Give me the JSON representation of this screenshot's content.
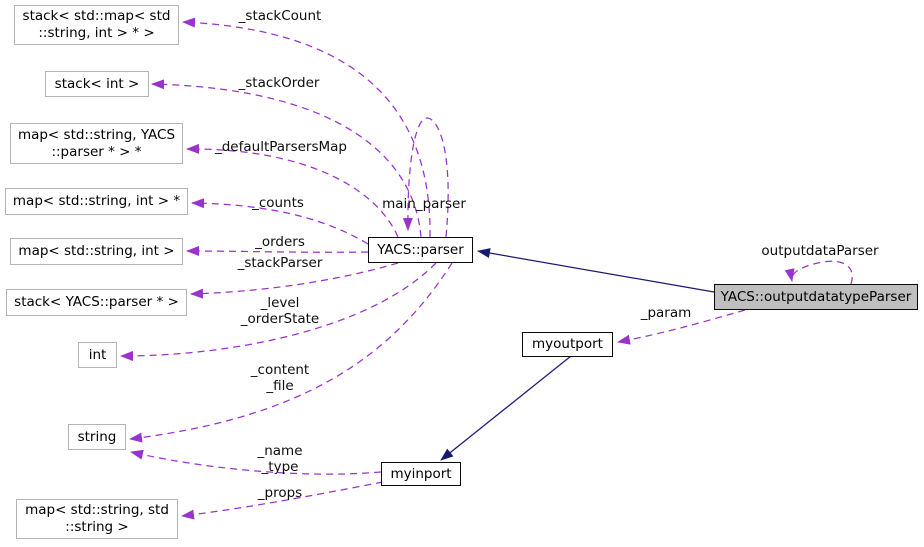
{
  "diagram": {
    "type": "collaboration-graph",
    "main_class": "YACS::outputdatatypeParser",
    "colors": {
      "member_edge": "#9a32cd",
      "inheritance_edge": "#191970",
      "plain_node_border": "#b4b4b4",
      "documented_node_border": "#0a0a0a",
      "main_node_fill": "#bfbfbf",
      "node_fill": "#ffffff",
      "text": "#000000"
    },
    "nodes": {
      "stackMap": {
        "label": "stack< std::map< std\n::string, int > * >"
      },
      "stackInt": {
        "label": "stack< int >"
      },
      "mapParsers": {
        "label": "map< std::string, YACS\n::parser * > *"
      },
      "mapIntPtr": {
        "label": "map< std::string, int > *"
      },
      "mapInt": {
        "label": "map< std::string, int >"
      },
      "stackParserT": {
        "label": "stack< YACS::parser * >"
      },
      "intT": {
        "label": "int"
      },
      "stringT": {
        "label": "string"
      },
      "mapStringString": {
        "label": "map< std::string, std\n::string >"
      },
      "yacsParser": {
        "label": "YACS::parser"
      },
      "myoutport": {
        "label": "myoutport"
      },
      "myinport": {
        "label": "myinport"
      },
      "main": {
        "label": "YACS::outputdatatypeParser"
      }
    },
    "edge_labels": {
      "stackCount": "_stackCount",
      "stackOrder": "_stackOrder",
      "defaultParsersMap": "_defaultParsersMap",
      "counts": "_counts",
      "mainParser": "main_parser",
      "orders": "_orders",
      "stackParser": "_stackParser",
      "levelOrderState": "_level\n_orderState",
      "contentFile": "_content\n_file",
      "nameType": "_name\n_type",
      "props": "_props",
      "outputdataParser": "outputdataParser",
      "param": "_param"
    }
  }
}
